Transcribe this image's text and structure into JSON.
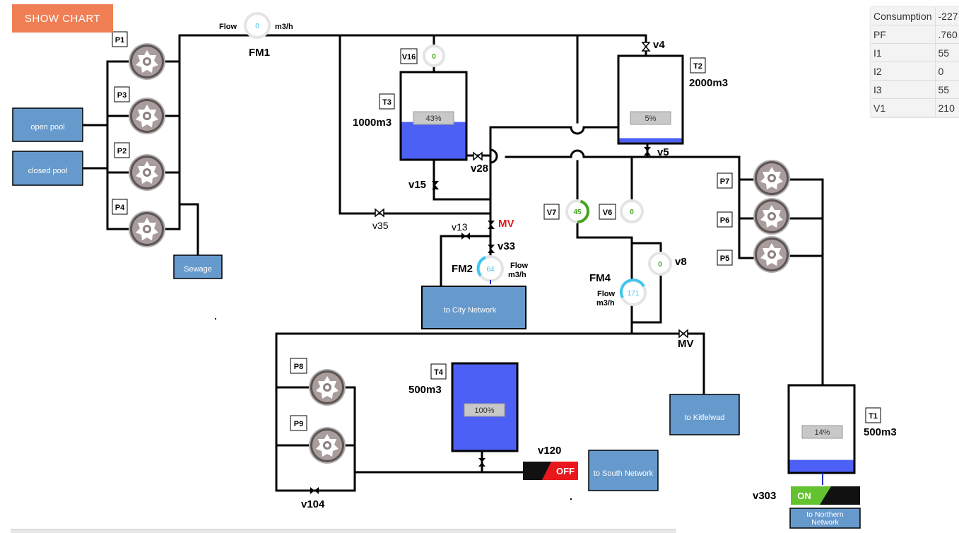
{
  "toolbar": {
    "show_chart_label": "SHOW CHART"
  },
  "consumption_table": [
    {
      "key": "Consumption",
      "value": "-227"
    },
    {
      "key": "PF",
      "value": ".760"
    },
    {
      "key": "I1",
      "value": "55"
    },
    {
      "key": "I2",
      "value": "0"
    },
    {
      "key": "I3",
      "value": "55"
    },
    {
      "key": "V1",
      "value": "210"
    }
  ],
  "sources": {
    "open_pool": "open pool",
    "closed_pool": "closed pool",
    "sewage": "Sewage"
  },
  "pumps": {
    "p1": "P1",
    "p2": "P2",
    "p3": "P3",
    "p4": "P4",
    "p5": "P5",
    "p6": "P6",
    "p7": "P7",
    "p8": "P8",
    "p9": "P9"
  },
  "tanks": {
    "t1": {
      "tag": "T1",
      "capacity": "500m3",
      "level_label": "14%",
      "level": 14
    },
    "t2": {
      "tag": "T2",
      "capacity": "2000m3",
      "level_label": "5%",
      "level": 5
    },
    "t3": {
      "tag": "T3",
      "capacity": "1000m3",
      "level_label": "43%",
      "level": 43
    },
    "t4": {
      "tag": "T4",
      "capacity": "500m3",
      "level_label": "100%",
      "level": 100
    }
  },
  "flowmeters": {
    "fm1": {
      "name": "FM1",
      "value": "0",
      "flow_label": "Flow",
      "unit": "m3/h"
    },
    "fm2": {
      "name": "FM2",
      "value": "64",
      "flow_label": "Flow",
      "unit": "m3/h"
    },
    "fm4": {
      "name": "FM4",
      "value": "171",
      "flow_label": "Flow",
      "unit": "m3/h"
    }
  },
  "valve_gauges": {
    "v16": {
      "tag": "V16",
      "value": "0"
    },
    "v7": {
      "tag": "V7",
      "value": "45",
      "level": 45
    },
    "v6": {
      "tag": "V6",
      "value": "0"
    },
    "v8": {
      "tag": "v8",
      "value": "0"
    }
  },
  "valves": {
    "v4": "v4",
    "v5": "v5",
    "v15": "v15",
    "v28": "v28",
    "v35": "v35",
    "v13": "v13",
    "mv_top": "MV",
    "v33": "v33",
    "mv_bottom": "MV",
    "v104": "v104"
  },
  "switches": {
    "v120": {
      "label": "v120",
      "state": "OFF"
    },
    "v303": {
      "label": "v303",
      "state": "ON"
    }
  },
  "destinations": {
    "city": "to City Network",
    "kitfelwad": "to Kitfelwad",
    "south": "to South Network",
    "northern": "to Northern Network"
  },
  "colors": {
    "water": "#4d60f5",
    "box_fill": "#6699cc",
    "button": "#f07f55",
    "gauge_blue": "#3fc6f2",
    "gauge_green": "#44a51f",
    "off_red": "#e8181c",
    "on_green": "#64c230",
    "mv_red": "#e01b1b"
  }
}
